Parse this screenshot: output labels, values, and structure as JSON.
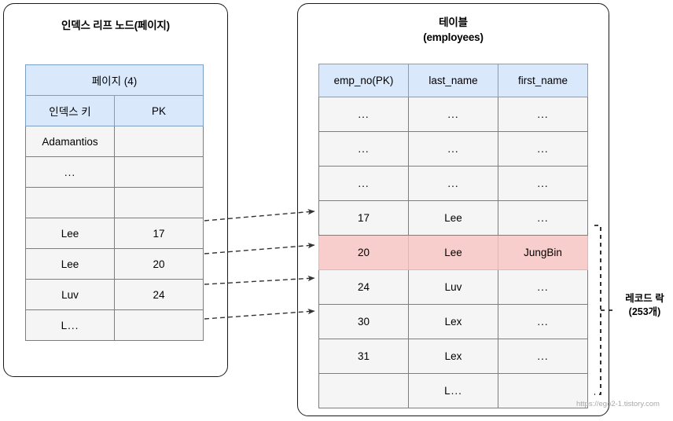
{
  "left_panel": {
    "title": "인덱스 리프 노드(페이지)",
    "table": {
      "page_header": "페이지 (4)",
      "columns": [
        "인덱스 키",
        "PK"
      ],
      "rows": [
        {
          "key": "Adamantios",
          "pk": ""
        },
        {
          "key": "...",
          "pk": ""
        },
        {
          "key": "",
          "pk": ""
        },
        {
          "key": "Lee",
          "pk": "17"
        },
        {
          "key": "Lee",
          "pk": "20"
        },
        {
          "key": "Luv",
          "pk": "24"
        },
        {
          "key": "L...",
          "pk": ""
        }
      ]
    }
  },
  "right_panel": {
    "title_line1": "테이블",
    "title_line2": "(employees)",
    "table": {
      "columns": [
        "emp_no(PK)",
        "last_name",
        "first_name"
      ],
      "rows": [
        {
          "emp_no": "...",
          "last_name": "...",
          "first_name": "...",
          "highlight": false
        },
        {
          "emp_no": "...",
          "last_name": "...",
          "first_name": "...",
          "highlight": false
        },
        {
          "emp_no": "...",
          "last_name": "...",
          "first_name": "...",
          "highlight": false
        },
        {
          "emp_no": "17",
          "last_name": "Lee",
          "first_name": "...",
          "highlight": false
        },
        {
          "emp_no": "20",
          "last_name": "Lee",
          "first_name": "JungBin",
          "highlight": true
        },
        {
          "emp_no": "24",
          "last_name": "Luv",
          "first_name": "...",
          "highlight": false
        },
        {
          "emp_no": "30",
          "last_name": "Lex",
          "first_name": "...",
          "highlight": false
        },
        {
          "emp_no": "31",
          "last_name": "Lex",
          "first_name": "...",
          "highlight": false
        },
        {
          "emp_no": "",
          "last_name": "L...",
          "first_name": "",
          "highlight": false
        }
      ]
    }
  },
  "annotation": {
    "record_lock_line1": "레코드 락",
    "record_lock_line2": "(253개)"
  },
  "watermark": "https://ego2-1.tistory.com",
  "colors": {
    "header_blue": "#dae8fc",
    "row_gray": "#f5f5f5",
    "highlight_pink": "#f8cecc",
    "border": "#7d7d7d",
    "panel_border": "#1a1a1a",
    "watermark_gray": "#a8a8a8"
  }
}
